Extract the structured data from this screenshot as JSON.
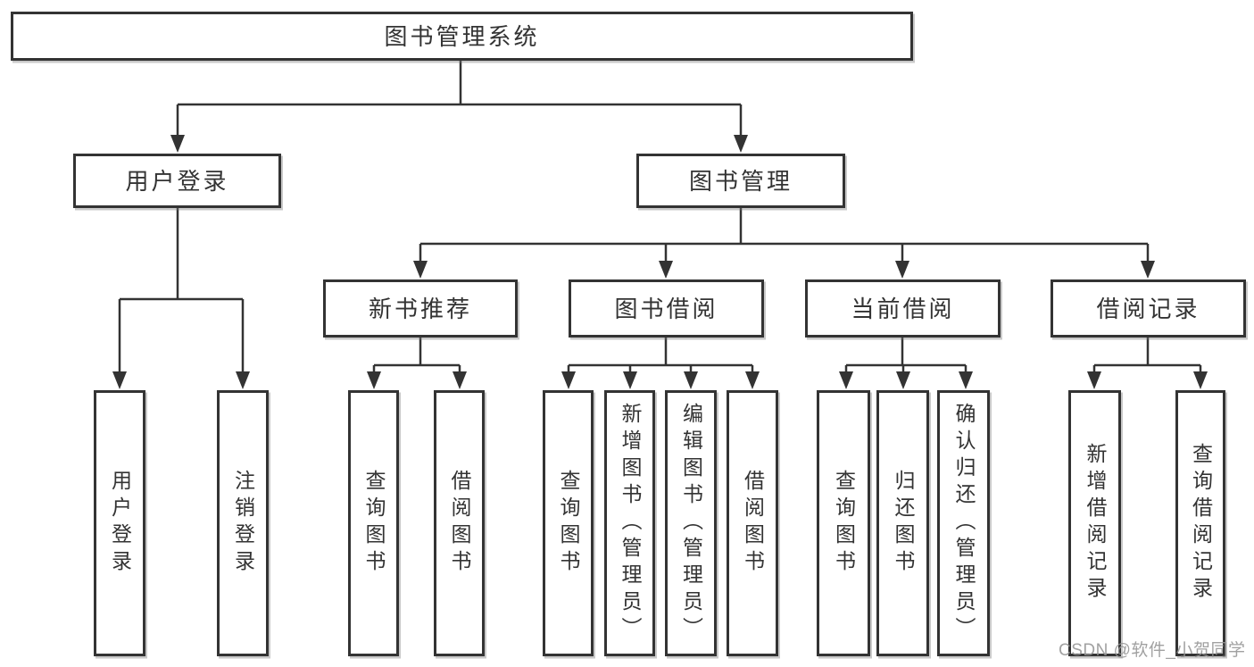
{
  "nodes": {
    "root": "图书管理系统",
    "user_login": "用户登录",
    "book_management": "图书管理",
    "new_book_recommend": "新书推荐",
    "book_borrow": "图书借阅",
    "current_borrow": "当前借阅",
    "borrow_records": "借阅记录",
    "ul_login": "用户登录",
    "ul_logout": "注销登录",
    "nb_query": "查询图书",
    "nb_borrow": "借阅图书",
    "bb_query": "查询图书",
    "bb_add": "新增图书（管理员）",
    "bb_edit": "编辑图书（管理员）",
    "bb_borrow": "借阅图书",
    "cb_query": "查询图书",
    "cb_return": "归还图书",
    "cb_confirm": "确认归还（管理员）",
    "br_add": "新增借阅记录",
    "br_query": "查询借阅记录"
  },
  "watermark": "CSDN @软件_小贺同学",
  "colors": {
    "line": "#333333",
    "text": "#333333",
    "box_background": "#ffffff",
    "page_background": "#ffffff",
    "watermark": "#949494"
  }
}
